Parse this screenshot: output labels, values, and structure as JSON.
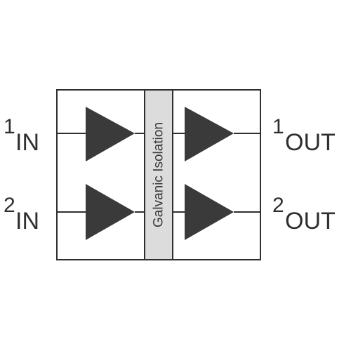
{
  "block_diagram": {
    "isolation_barrier_label": "Galvanic Isolation",
    "channels": [
      {
        "index": "1",
        "input_label": "IN",
        "output_label": "OUT"
      },
      {
        "index": "2",
        "input_label": "IN",
        "output_label": "OUT"
      }
    ]
  },
  "colors": {
    "outline": "#2f2f2f",
    "amplifier_fill": "#3a3a3a",
    "barrier_fill": "#dcdcdc",
    "text": "#2f2f2f"
  }
}
